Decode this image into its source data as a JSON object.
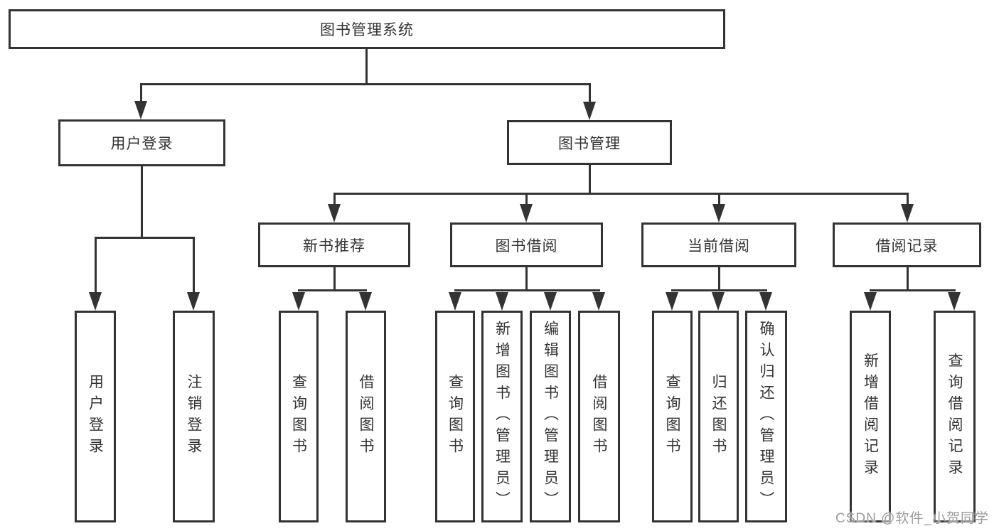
{
  "tree": {
    "root": "图书管理系统",
    "level2": [
      "用户登录",
      "图书管理"
    ],
    "level3": [
      "新书推荐",
      "图书借阅",
      "当前借阅",
      "借阅记录"
    ],
    "leaves": {
      "user_login": [
        "用户登录",
        "注销登录"
      ],
      "new_book": [
        "查询图书",
        "借阅图书"
      ],
      "borrow": [
        "查询图书",
        "新增图书（管理员）",
        "编辑图书（管理员）",
        "借阅图书"
      ],
      "current": [
        "查询图书",
        "归还图书",
        "确认归还（管理员）"
      ],
      "records": [
        "新增借阅记录",
        "查询借阅记录"
      ]
    }
  },
  "colors": {
    "line": "#333333",
    "text": "#333333",
    "box_background": "#ffffff",
    "watermark": "#9b9b9b"
  },
  "watermark": {
    "text": "CSDN @软件_小贺同学"
  }
}
